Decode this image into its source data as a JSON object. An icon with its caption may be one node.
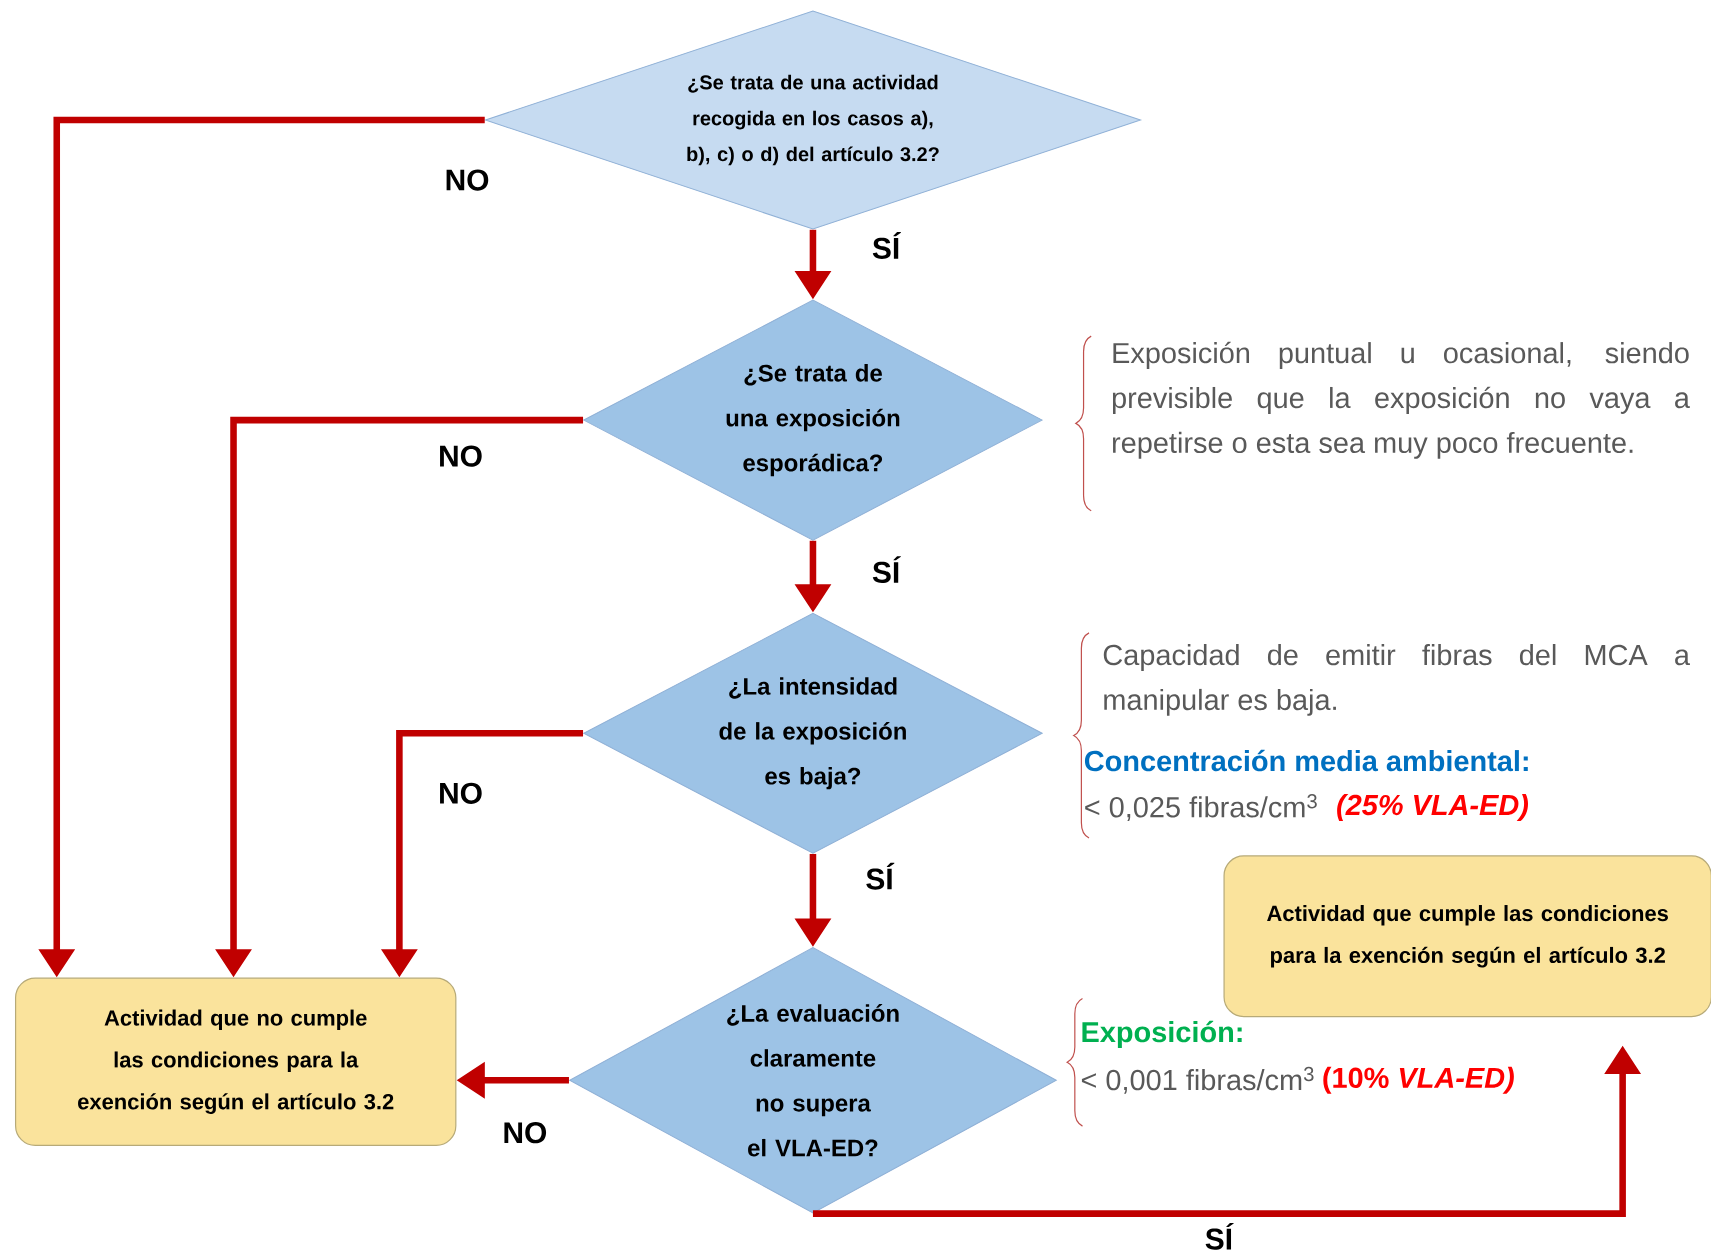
{
  "diagram": {
    "nodes": [
      {
        "text": [
          "¿Se trata de una actividad recogida en los casos a), b), c) o d) del artículo 3.2?"
        ]
      },
      {
        "text": [
          "¿Se trata de una exposición esporádica?"
        ],
        "beside": [
          "Exposición puntual u ocasional, siendo previsible que la exposición no vaya a repetirse o esta sea muy poco frecuente."
        ]
      },
      {
        "text": [
          "¿La intensidad de la exposición es baja?"
        ],
        "beside": [
          "Capacidad de emitir fibras del MCA a manipular es baja.",
          "Concentración media ambiental:",
          "< 0,025 fibras/cm$^{3}$",
          "(25% VLA-ED)"
        ]
      },
      {
        "text": [
          "¿La evaluación claramente no supera el VLA-ED?"
        ],
        "beside": [
          "Exposición:",
          "< 0,001 fibras/cm$^{3}$",
          "(10% *VLA-ED)*"
        ]
      },
      {
        "text": [
          "Actividad que no cumple las condiciones para la exención según el artículo 3.2"
        ]
      },
      {
        "text": [
          "Actividad que cumple las condiciones para la exención según el artículo 3.2"
        ]
      }
    ],
    "edges": [
      {
        "from": 0,
        "to": 4,
        "arrow": "to",
        "label": "NO"
      },
      {
        "from": 0,
        "to": 1,
        "arrow": "to",
        "label": "SÍ"
      },
      {
        "from": 1,
        "to": 4,
        "arrow": "to",
        "label": "NO"
      },
      {
        "from": 1,
        "to": 2,
        "arrow": "to",
        "label": "SÍ"
      },
      {
        "from": 2,
        "to": 4,
        "arrow": "to",
        "label": "NO"
      },
      {
        "from": 2,
        "to": 3,
        "arrow": "to",
        "label": "SÍ"
      },
      {
        "from": 3,
        "to": 4,
        "arrow": "to",
        "label": "NO"
      },
      {
        "from": 3,
        "to": 5,
        "arrow": "to",
        "label": "SÍ"
      }
    ]
  }
}
